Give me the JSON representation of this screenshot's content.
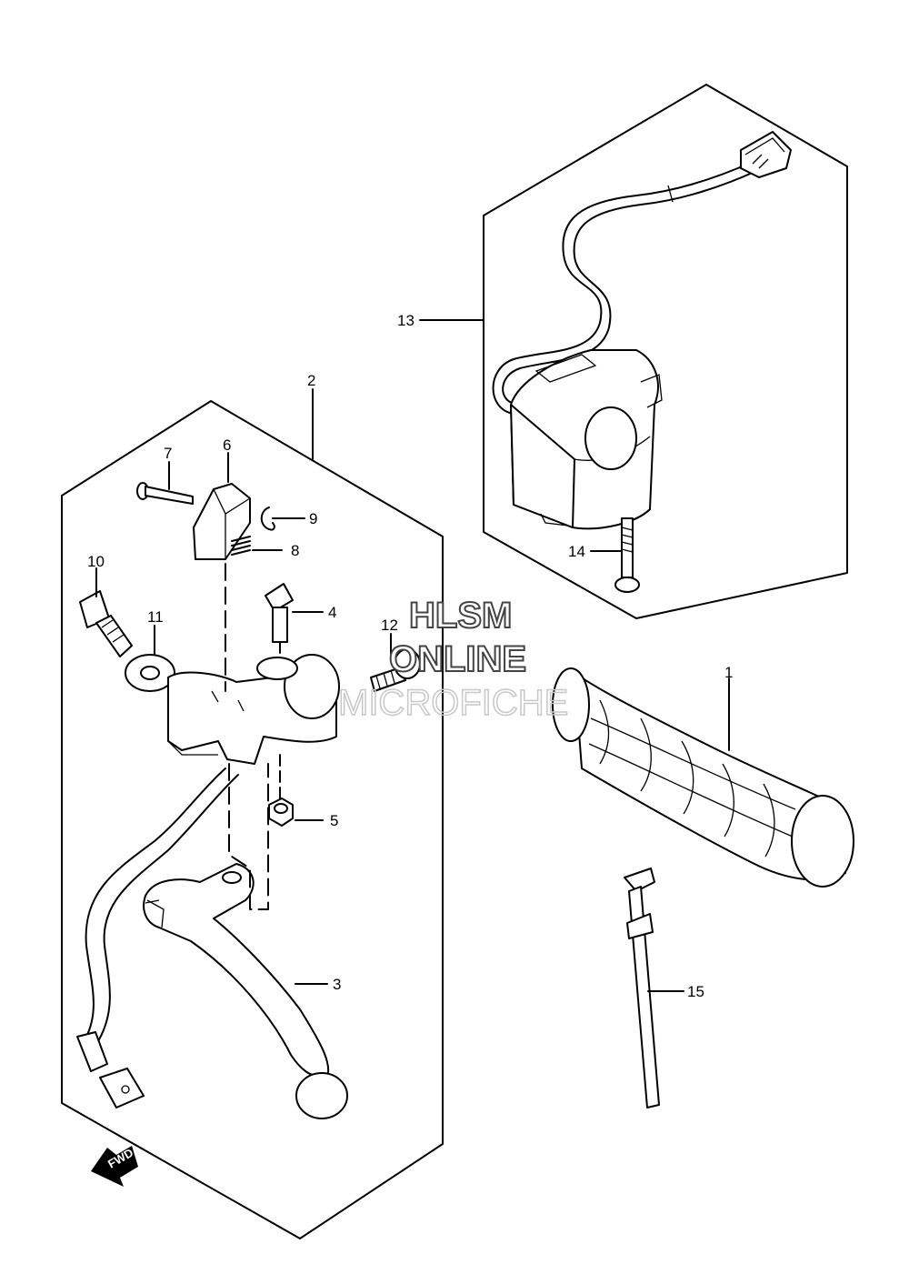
{
  "diagram": {
    "callouts": [
      {
        "id": "1",
        "label": "1"
      },
      {
        "id": "2",
        "label": "2"
      },
      {
        "id": "3",
        "label": "3"
      },
      {
        "id": "4",
        "label": "4"
      },
      {
        "id": "5",
        "label": "5"
      },
      {
        "id": "6",
        "label": "6"
      },
      {
        "id": "7",
        "label": "7"
      },
      {
        "id": "8",
        "label": "8"
      },
      {
        "id": "9",
        "label": "9"
      },
      {
        "id": "10",
        "label": "10"
      },
      {
        "id": "11",
        "label": "11"
      },
      {
        "id": "12",
        "label": "12"
      },
      {
        "id": "13",
        "label": "13"
      },
      {
        "id": "14",
        "label": "14"
      },
      {
        "id": "15",
        "label": "15"
      }
    ],
    "watermark": {
      "line1": "HLSM",
      "line2": "ONLINE",
      "line3": "MICROFICHE"
    },
    "direction_arrow": "FWD"
  }
}
